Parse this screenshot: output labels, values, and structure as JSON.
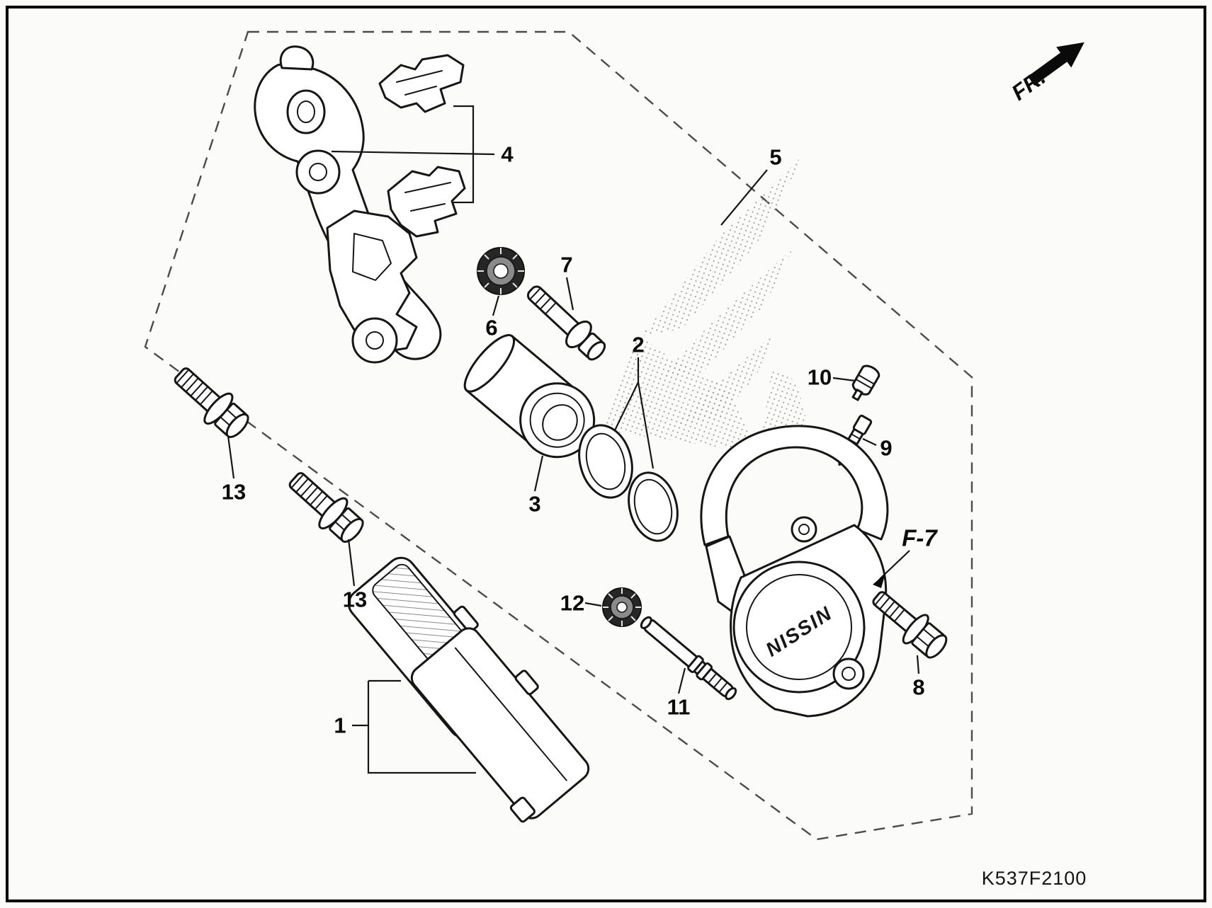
{
  "diagram": {
    "code": "K537F2100",
    "fr_label": "FR.",
    "caliper_brand": "NISSIN",
    "callouts": {
      "1": "1",
      "2": "2",
      "3": "3",
      "4": "4",
      "5": "5",
      "6": "6",
      "7": "7",
      "8": "8",
      "9": "9",
      "10": "10",
      "11": "11",
      "12": "12",
      "13": "13",
      "f7": "F-7"
    }
  }
}
